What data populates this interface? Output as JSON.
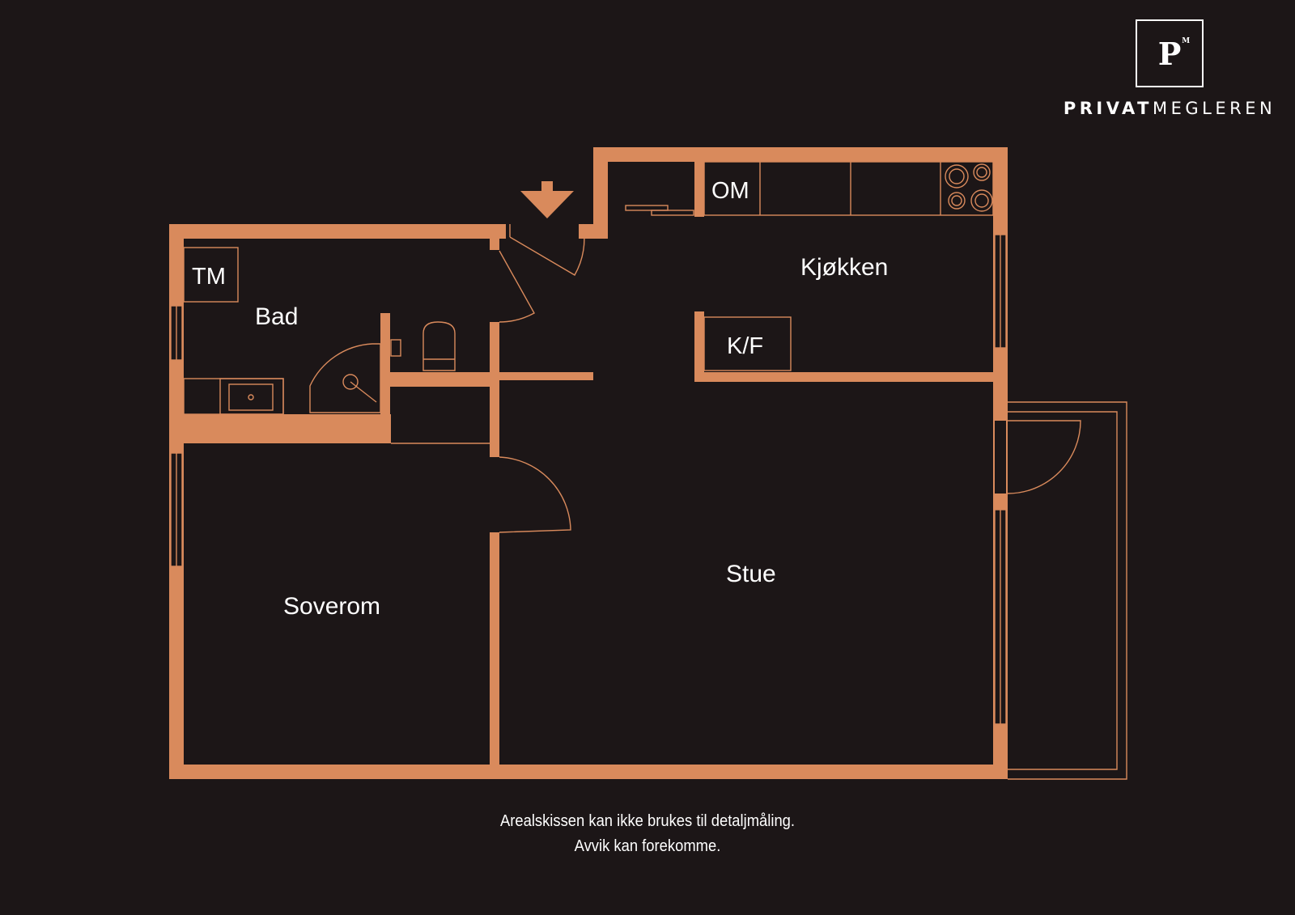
{
  "logo": {
    "mark": "P",
    "mark_sup": "M",
    "brand_bold": "PRIVAT",
    "brand_rest": "MEGLEREN"
  },
  "rooms": {
    "bad": "Bad",
    "tm": "TM",
    "soverom": "Soverom",
    "stue": "Stue",
    "kjokken": "Kjøkken",
    "om": "OM",
    "kf": "K/F"
  },
  "disclaimer": {
    "line1": "Arealskissen kan ikke brukes til detaljmåling.",
    "line2": "Avvik kan forekomme."
  },
  "colors": {
    "background": "#1c1617",
    "walls": "#d98a5c",
    "text": "#ffffff"
  }
}
